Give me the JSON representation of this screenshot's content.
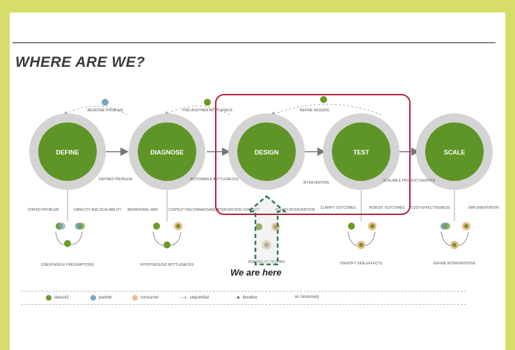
{
  "title": "WHERE ARE WE?",
  "stages": [
    {
      "label": "DEFINE"
    },
    {
      "label": "DIAGNOSE"
    },
    {
      "label": "DESIGN"
    },
    {
      "label": "TEST"
    },
    {
      "label": "SCALE"
    }
  ],
  "loop_labels": {
    "redefine": "REDEFINE PROBLEM",
    "find_another": "FIND ANOTHER BOTTLENECK",
    "refine_designs": "REFINE DESIGNS"
  },
  "transition_labels": {
    "defined_problem": "DEFINED PROBLEM",
    "actionable_bottlenecks": "ACTIONABLE BOTTLENECKS",
    "intervention": "INTERVENTION",
    "scalable_product": "SCALABLE PRODUCT/SERVICE"
  },
  "sub_labels": {
    "stated_problem": "STATED PROBLEM",
    "capacity_scalability": "CAPACITY AND SCALABILITY",
    "disentangle": "DISENTANGLE PRESUMPTIONS",
    "behavioral_map": "BEHAVIORAL MAP",
    "context_reconnaissance": "CONTEXT RECONNAISSANCE",
    "hypothesized_bottlenecks": "HYPOTHESIZED BOTTLENECKS",
    "intervention_concept": "INTERVENTION CONCEPT",
    "polish_intervention": "POLISH INTERVENTION",
    "feasibility_testing": "FEASIBILITY TESTING",
    "clarify_outcomes": "CLARIFY OUTCOMES",
    "robust_outcomes": "ROBUST OUTCOMES",
    "identify_side_effects": "IDENTIFY SIDE EFFECTS",
    "cost_effectiveness": "COST-EFFECTIVENESS",
    "implementation": "IMPLEMENTATION",
    "refine_interventions": "REFINE INTERVENTIONS"
  },
  "we_are_here": "We are here",
  "legend": [
    {
      "label": "ideas42",
      "color": "#6a9a2a"
    },
    {
      "label": "partner",
      "color": "#7aa6c2"
    },
    {
      "label": "consumer",
      "color": "#f2b98a"
    },
    {
      "label": "sequential"
    },
    {
      "label": "iterative"
    },
    {
      "label": "as necessary"
    }
  ],
  "colors": {
    "stage_fill": "#5f9427",
    "stage_ring": "#d4d4d4",
    "highlight_box": "#b3213a",
    "here_arrow": "#2e7d4f",
    "background": "#d6dd6a"
  }
}
